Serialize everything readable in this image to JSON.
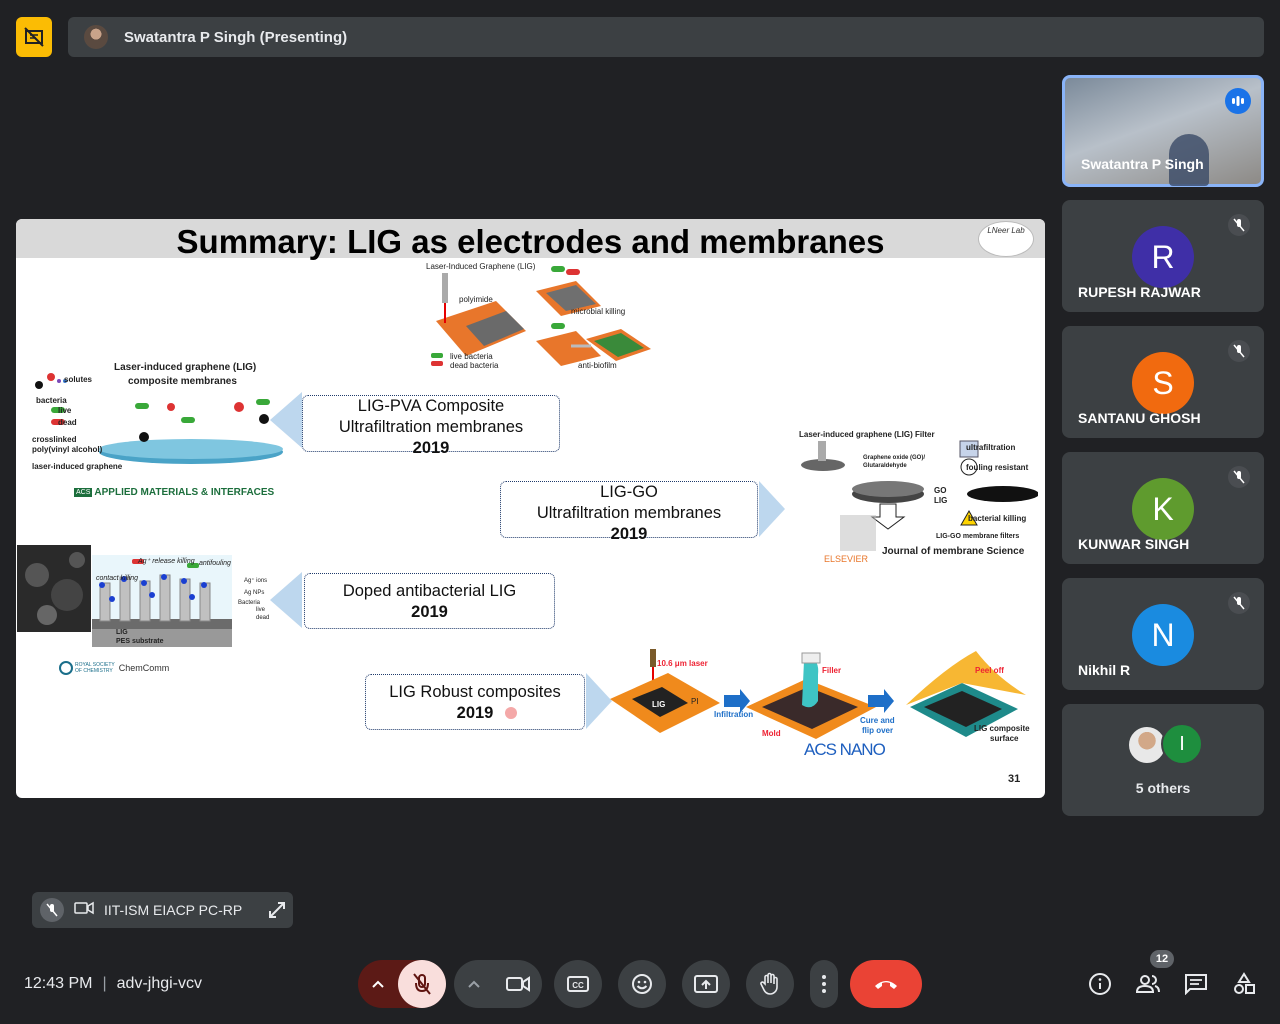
{
  "presenter_bar": {
    "name": "Swatantra P Singh (Presenting)"
  },
  "slide": {
    "title": "Summary: LIG as electrodes and membranes",
    "lab_logo": "LNeer Lab",
    "page_number": "31",
    "callouts": {
      "pva": {
        "line1": "LIG-PVA Composite",
        "line2": "Ultrafiltration membranes",
        "year": "2019"
      },
      "go": {
        "line1": "LIG-GO",
        "line2": "Ultrafiltration membranes",
        "year": "2019"
      },
      "doped": {
        "line1": "Doped antibacterial LIG",
        "year": "2019"
      },
      "robust": {
        "line1": "LIG Robust composites",
        "year": "2019"
      }
    },
    "top_fig": {
      "t1": "Laser-Induced Graphene (LIG)",
      "t2": "polyimide",
      "t3": "microbial killing",
      "t4": "live bacteria",
      "t5": "dead bacteria",
      "t6": "anti-biofilm"
    },
    "left_fig": {
      "t1": "Laser-induced graphene (LIG)",
      "t2": "composite membranes",
      "t3": "solutes",
      "t4": "bacteria",
      "t5": "live",
      "t6": "dead",
      "t7": "crosslinked",
      "t8": "poly(vinyl alcohol)",
      "t9": "laser-induced graphene",
      "journal": "APPLIED MATERIALS & INTERFACES",
      "journal_badge": "ACS"
    },
    "right_fig": {
      "t1": "Laser-induced graphene (LIG) Filter",
      "t2": "Graphene oxide (GO)/",
      "t3": "Glutaraldehyde",
      "t4": "ultrafiltration",
      "t5": "fouling resistant",
      "t6": "bacterial killing",
      "t7": "GO",
      "t8": "LIG",
      "t9": "LIG-GO membrane filters",
      "journal": "Journal of membrane Science",
      "publisher": "ELSEVIER"
    },
    "doped_fig": {
      "t1": "Ag⁺ release killing",
      "t2": "antifouling",
      "t3": "contact killing",
      "t4": "Ag⁺ ions",
      "t5": "Ag NPs",
      "t6": "Bacteria",
      "t7": "live",
      "t8": "dead",
      "t9": "LIG",
      "t10": "PES substrate",
      "journal": "ChemComm",
      "society1": "ROYAL SOCIETY",
      "society2": "OF CHEMISTRY"
    },
    "robust_fig": {
      "t1": "10.6 μm laser",
      "t2": "PI",
      "t3": "LIG",
      "t4": "Infiltration",
      "t5": "Filler",
      "t6": "Mold",
      "t7": "Cure and",
      "t8": "flip over",
      "t9": "Peel off",
      "t10": "LIG composite",
      "t11": "surface",
      "journal": "ACS NANO"
    }
  },
  "participants": [
    {
      "name": "Swatantra P Singh",
      "speaking": true
    },
    {
      "name": "RUPESH RAJWAR",
      "initial": "R",
      "color": "#3f2fa7",
      "muted": true
    },
    {
      "name": "SANTANU GHOSH",
      "initial": "S",
      "color": "#f16a0f",
      "muted": true
    },
    {
      "name": "KUNWAR SINGH",
      "initial": "K",
      "color": "#5f9b2e",
      "muted": true
    },
    {
      "name": "Nikhil R",
      "initial": "N",
      "color": "#1a8be0",
      "muted": true
    }
  ],
  "others": {
    "label": "5 others",
    "initial": "I",
    "color": "#1e8e3e"
  },
  "self_view": {
    "label": "IIT-ISM EIACP PC-RP"
  },
  "footer": {
    "time": "12:43 PM",
    "separator": "|",
    "meeting_code": "adv-jhgi-vcv"
  },
  "people_count": "12",
  "icons": {
    "sidebar": "no-presentation-icon",
    "mic_muted": "mic-off-icon",
    "camera": "video-camera-icon",
    "captions": "closed-captions-icon",
    "emoji": "emoji-icon",
    "present": "present-screen-icon",
    "hand": "raise-hand-icon",
    "more": "more-vert-icon",
    "end_call": "end-call-icon",
    "info": "info-icon",
    "people": "people-icon",
    "chat": "chat-icon",
    "activities": "activities-icon",
    "expand": "expand-icon"
  },
  "colors": {
    "accent": "#fbbc04",
    "end_call": "#ea4335",
    "speaking_border": "#8ab4f8",
    "muted_button": "#f9dedc"
  }
}
